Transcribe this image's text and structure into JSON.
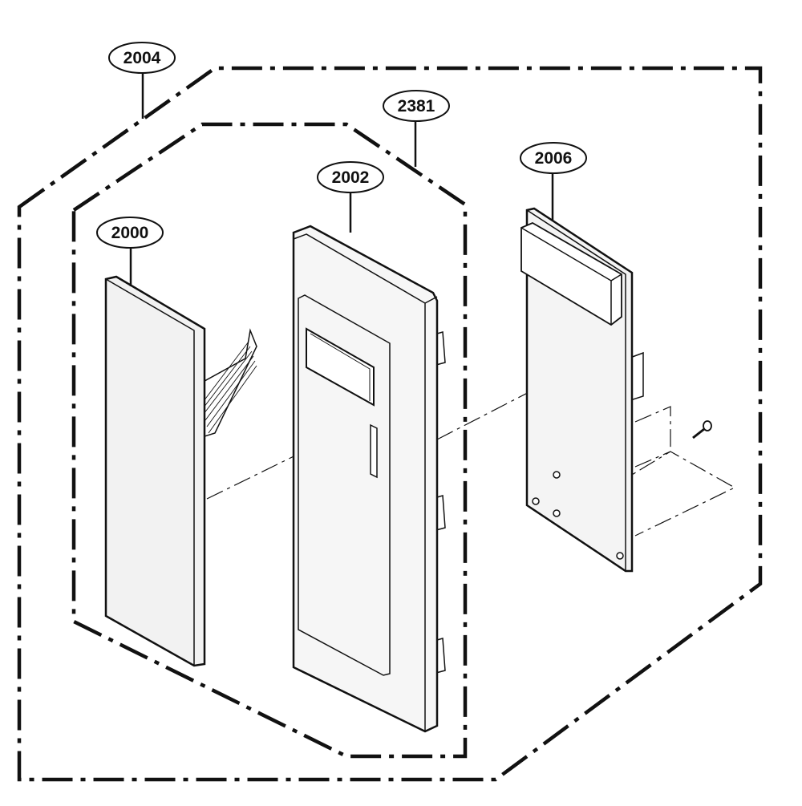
{
  "diagram": {
    "callouts": [
      {
        "id": "2004",
        "label": "2004"
      },
      {
        "id": "2381",
        "label": "2381"
      },
      {
        "id": "2002",
        "label": "2002"
      },
      {
        "id": "2006",
        "label": "2006"
      },
      {
        "id": "2000",
        "label": "2000"
      }
    ],
    "colors": {
      "line": "#111111",
      "panel_fill": "#f4f4f4",
      "dark": "#222222"
    }
  }
}
